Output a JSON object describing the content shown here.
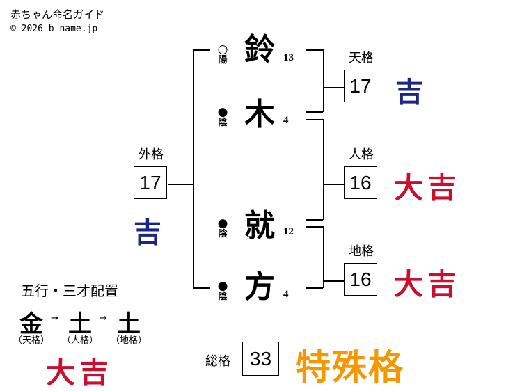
{
  "header": {
    "title": "赤ちゃん命名ガイド",
    "copyright": "© 2026 b-name.jp"
  },
  "name": [
    {
      "char": "鈴",
      "strokes": "13",
      "mark": "○",
      "yinyang": "陽"
    },
    {
      "char": "木",
      "strokes": "4",
      "mark": "●",
      "yinyang": "陰"
    },
    {
      "char": "就",
      "strokes": "12",
      "mark": "●",
      "yinyang": "陰"
    },
    {
      "char": "方",
      "strokes": "4",
      "mark": "●",
      "yinyang": "陰"
    }
  ],
  "tenkaku": {
    "label": "天格",
    "value": "17",
    "fortune": "吉",
    "color": "#1c2585"
  },
  "jinkaku": {
    "label": "人格",
    "value": "16",
    "fortune": "大吉",
    "color": "#c8102e"
  },
  "chikaku": {
    "label": "地格",
    "value": "16",
    "fortune": "大吉",
    "color": "#c8102e"
  },
  "gaikaku": {
    "label": "外格",
    "value": "17",
    "fortune": "吉",
    "color": "#1c2585"
  },
  "soukaku": {
    "label": "総格",
    "value": "33",
    "fortune": "特殊格",
    "color": "#f39800"
  },
  "gogyo": {
    "title": "五行・三才配置",
    "elements": [
      "金",
      "土",
      "土"
    ],
    "arrow": "→",
    "sublabels": [
      "（天格）",
      "（人格）",
      "（地格）"
    ],
    "fortune": "大吉",
    "color": "#c8102e"
  }
}
